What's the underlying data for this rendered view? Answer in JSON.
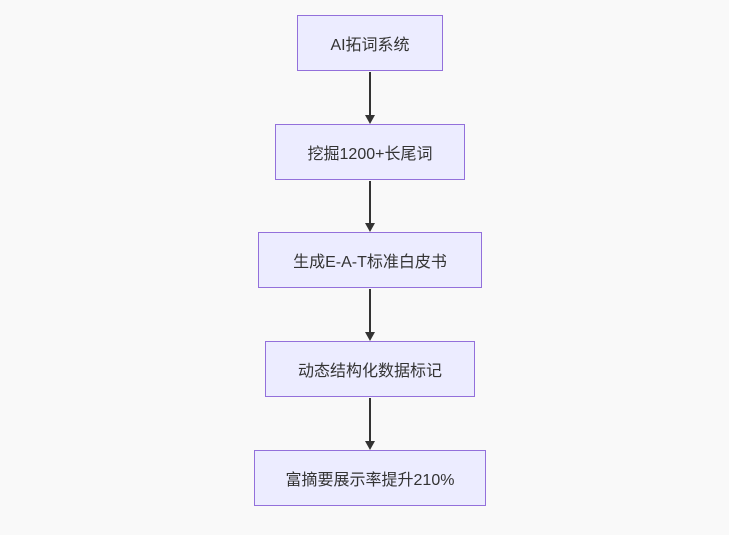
{
  "diagram": {
    "type": "flowchart",
    "direction": "top-down",
    "colors": {
      "background": "#f9f9f9",
      "node-fill": "#ECECFF",
      "node-border": "#9370DB",
      "text-color": "#333333",
      "arrow-color": "#333333"
    },
    "nodes": [
      {
        "id": "A",
        "label": "AI拓词系统"
      },
      {
        "id": "B",
        "label": "挖掘1200+长尾词"
      },
      {
        "id": "C",
        "label": "生成E-A-T标准白皮书"
      },
      {
        "id": "D",
        "label": "动态结构化数据标记"
      },
      {
        "id": "E",
        "label": "富摘要展示率提升210%"
      }
    ],
    "edges": [
      {
        "from": "A",
        "to": "B"
      },
      {
        "from": "B",
        "to": "C"
      },
      {
        "from": "C",
        "to": "D"
      },
      {
        "from": "D",
        "to": "E"
      }
    ]
  }
}
